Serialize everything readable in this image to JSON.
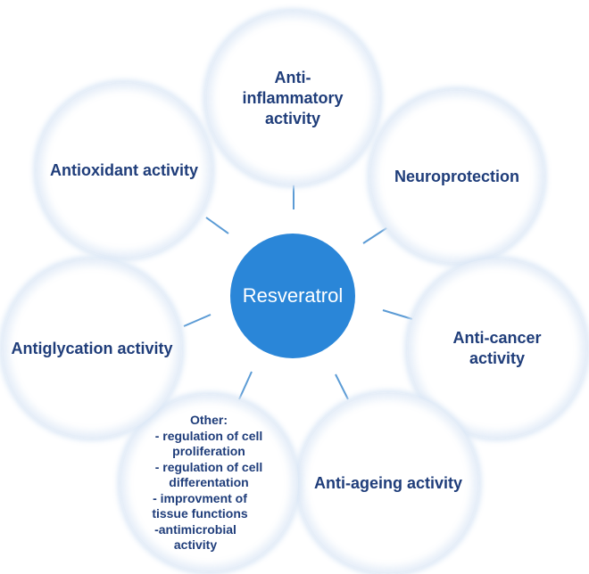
{
  "center": {
    "label": "Resveratrol",
    "color": "#2a86d8"
  },
  "text_color": "#1f3d7a",
  "connector_color": "#5b9bd5",
  "activities": {
    "anti_inflammatory": "Anti-inflammatory activity",
    "neuroprotection": "Neuroprotection",
    "anti_cancer": "Anti-cancer activity",
    "anti_ageing": "Anti-ageing activity",
    "antioxidant": "Antioxidant activity",
    "antiglycation": "Antiglycation activity"
  },
  "other": {
    "title": "Other:",
    "items": [
      "- regulation of cell proliferation",
      "- regulation of cell differentation",
      "- improvment of tissue functions",
      "-antimicrobial activity"
    ]
  }
}
